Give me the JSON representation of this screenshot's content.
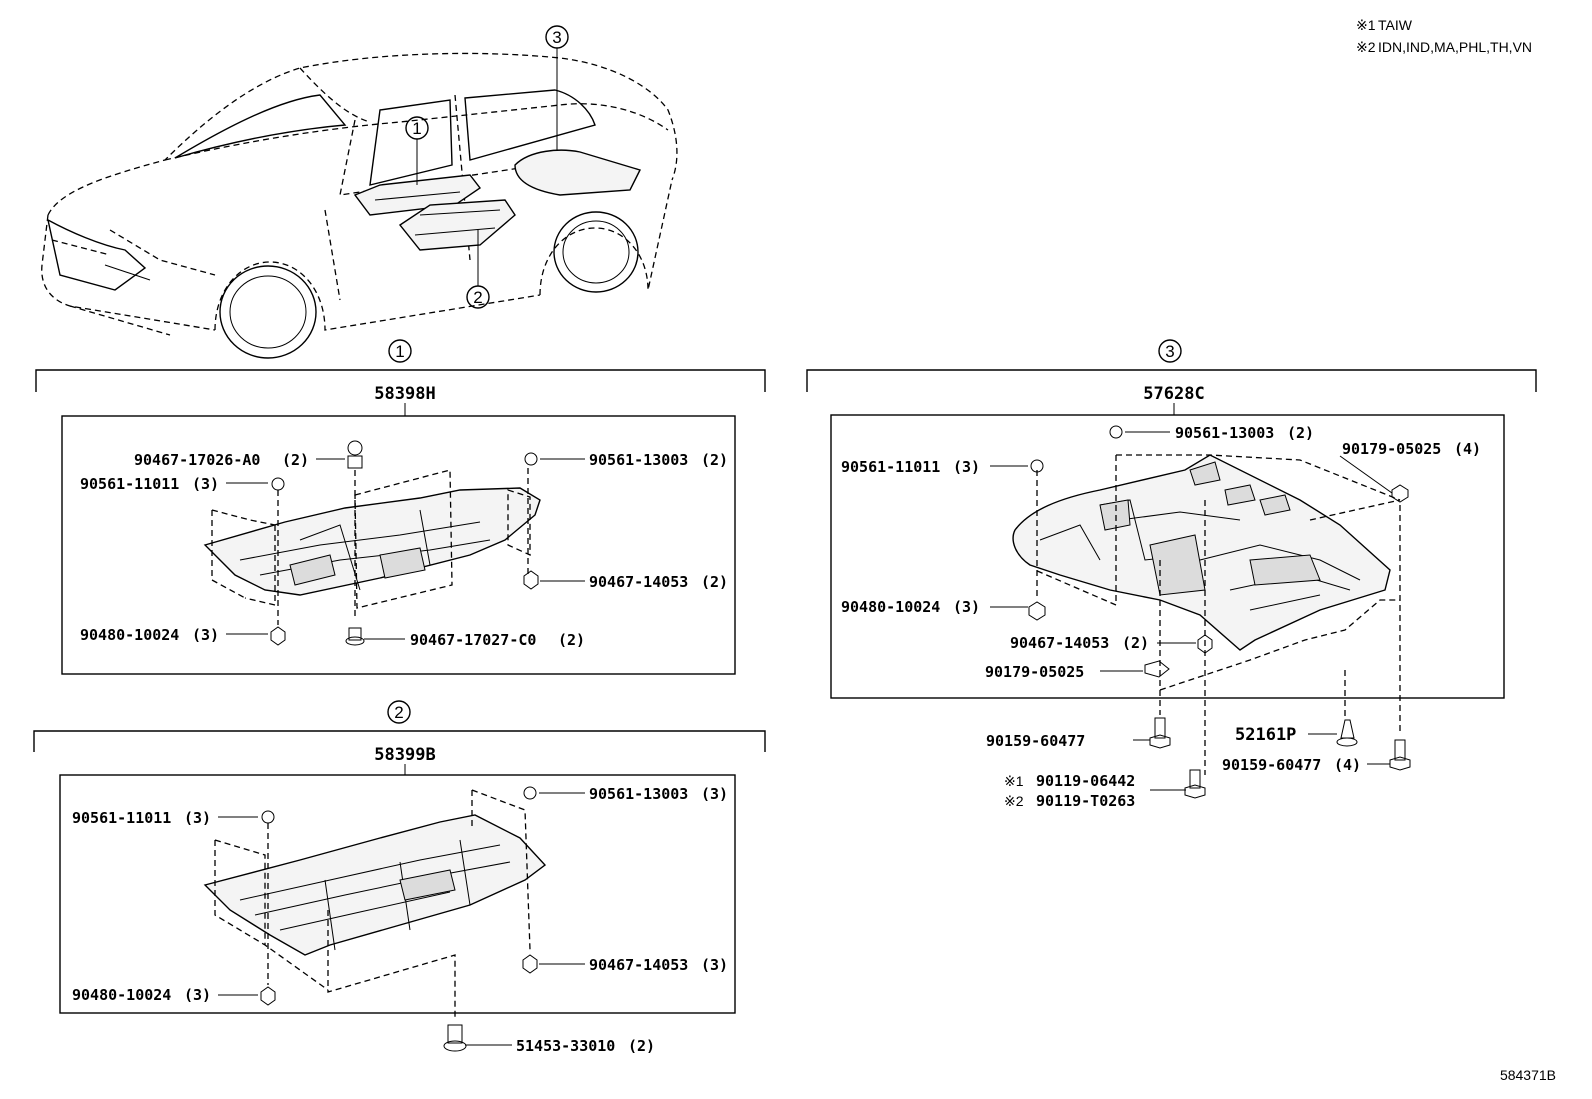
{
  "notes": [
    {
      "mark": "※1",
      "text": "TAIW"
    },
    {
      "mark": "※2",
      "text": "IDN,IND,MA,PHL,TH,VN"
    }
  ],
  "drawing_number": "584371B",
  "car_callouts": [
    "1",
    "2",
    "3"
  ],
  "groups": [
    {
      "callout": "1",
      "assembly": "58398H",
      "parts": [
        {
          "num": "90467-17026-A0",
          "qty": "(2)"
        },
        {
          "num": "90561-11011",
          "qty": "(3)"
        },
        {
          "num": "90561-13003",
          "qty": "(2)"
        },
        {
          "num": "90467-14053",
          "qty": "(2)"
        },
        {
          "num": "90480-10024",
          "qty": "(3)"
        },
        {
          "num": "90467-17027-C0",
          "qty": "(2)"
        }
      ]
    },
    {
      "callout": "2",
      "assembly": "58399B",
      "parts": [
        {
          "num": "90561-11011",
          "qty": "(3)"
        },
        {
          "num": "90561-13003",
          "qty": "(3)"
        },
        {
          "num": "90467-14053",
          "qty": "(3)"
        },
        {
          "num": "90480-10024",
          "qty": "(3)"
        },
        {
          "num": "51453-33010",
          "qty": "(2)"
        }
      ]
    },
    {
      "callout": "3",
      "assembly": "57628C",
      "parts": [
        {
          "num": "90561-13003",
          "qty": "(2)"
        },
        {
          "num": "90561-11011",
          "qty": "(3)"
        },
        {
          "num": "90179-05025",
          "qty": "(4)"
        },
        {
          "num": "90480-10024",
          "qty": "(3)"
        },
        {
          "num": "90467-14053",
          "qty": "(2)"
        },
        {
          "num": "90179-05025",
          "qty": ""
        },
        {
          "num": "90159-60477",
          "qty": ""
        },
        {
          "num": "52161P",
          "qty": ""
        },
        {
          "num": "90159-60477",
          "qty": "(4)"
        },
        {
          "num": "90119-06442",
          "qty": "",
          "mark": "※1"
        },
        {
          "num": "90119-T0263",
          "qty": "",
          "mark": "※2"
        }
      ]
    }
  ]
}
